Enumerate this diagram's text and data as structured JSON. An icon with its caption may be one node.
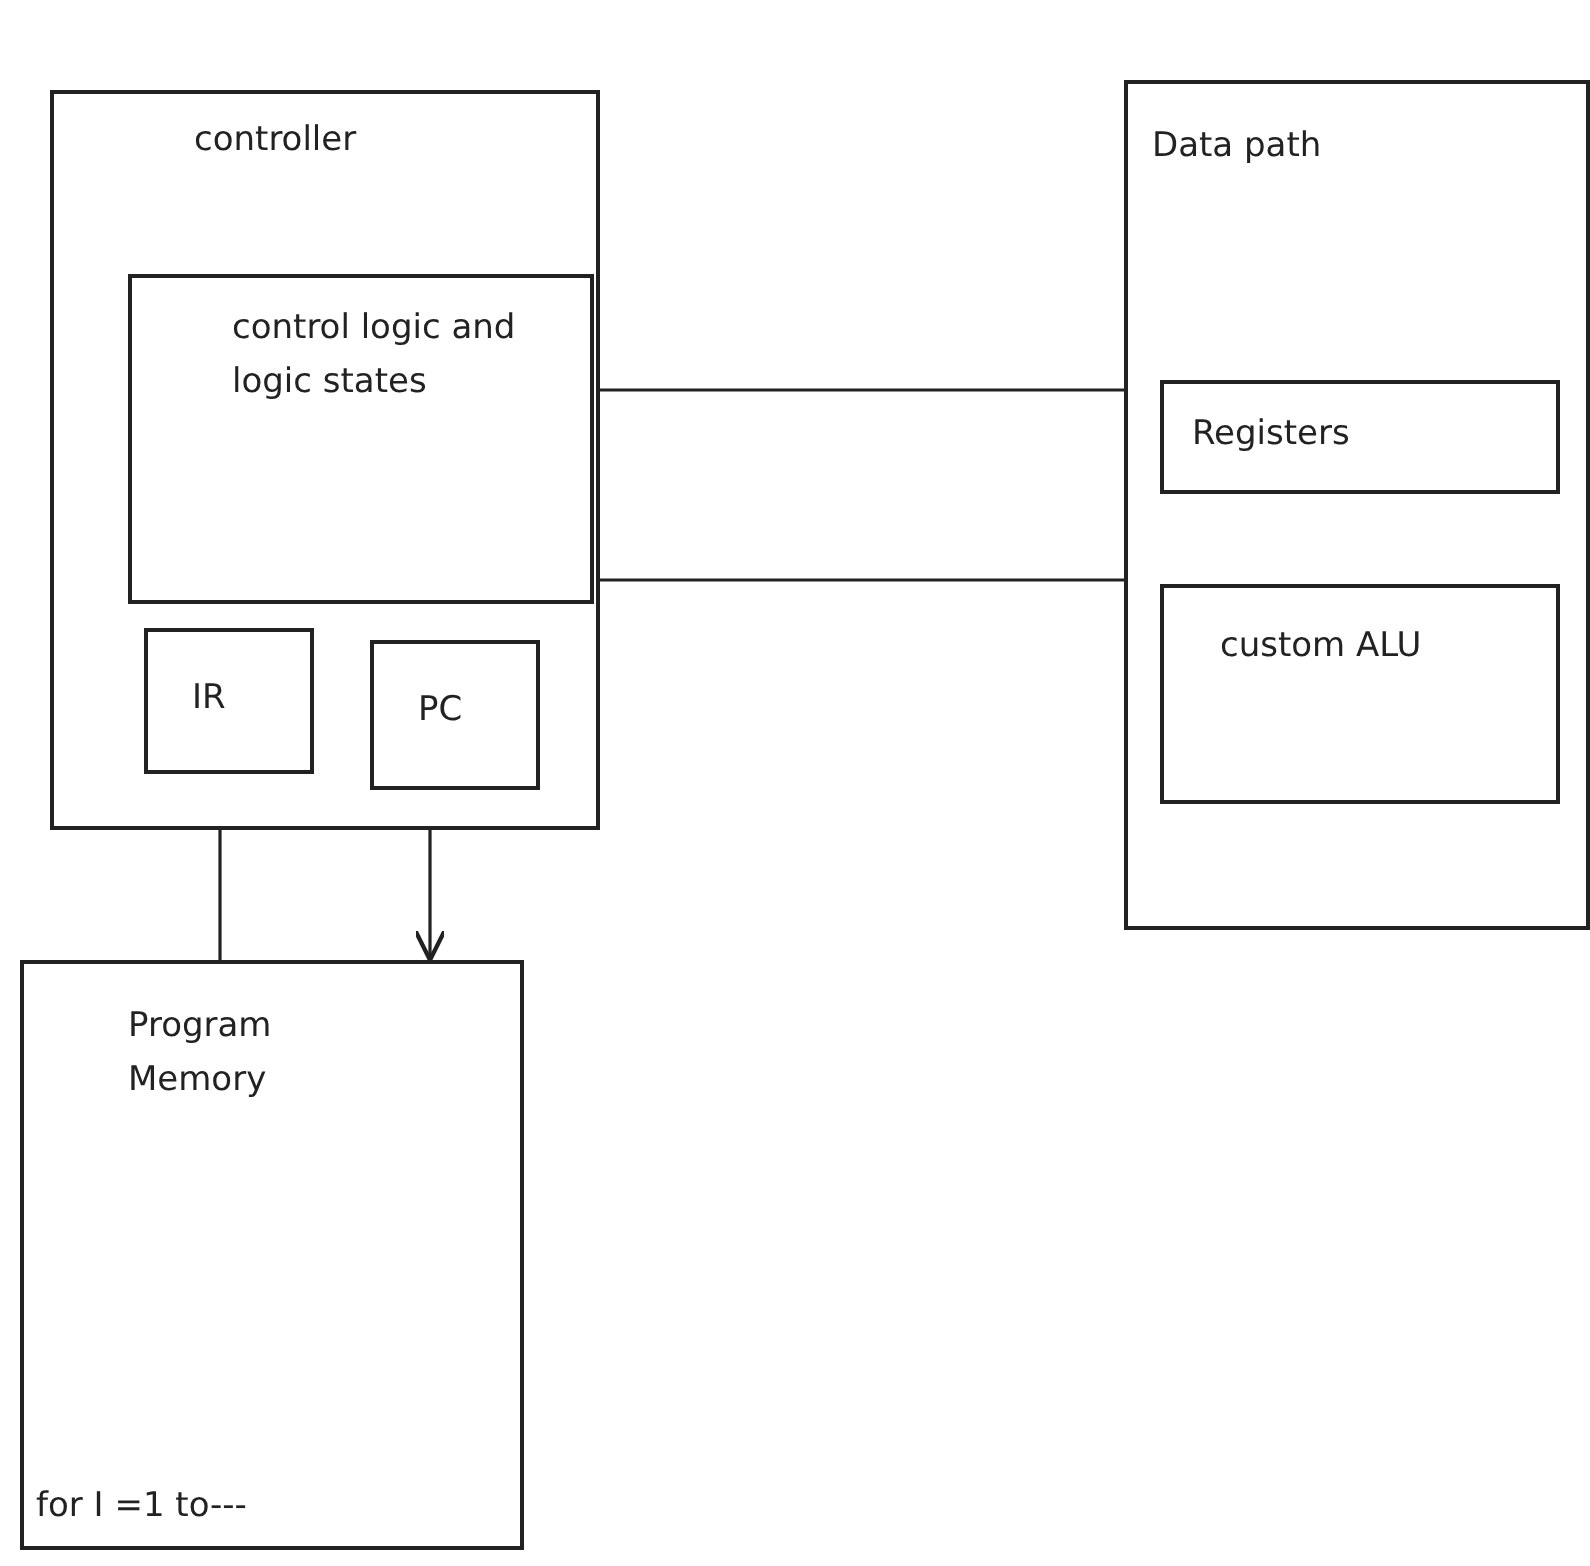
{
  "diagram": {
    "nodes": [
      {
        "text": [
          "controller"
        ]
      },
      {
        "text": [
          "control logic and logic states"
        ],
        "in": 0
      },
      {
        "text": [
          "IR"
        ],
        "in": 0
      },
      {
        "text": [
          "PC"
        ],
        "in": 0
      },
      {
        "text": [
          "Data path"
        ]
      },
      {
        "text": [
          "Registers"
        ],
        "in": 4
      },
      {
        "text": [
          "custom ALU"
        ],
        "in": 4
      },
      {
        "text": [
          "Program Memory",
          "for I =1 to---"
        ]
      }
    ],
    "edges": [
      {
        "from": 1,
        "to": 5,
        "arrow": "none"
      },
      {
        "from": 1,
        "to": 6,
        "arrow": "none"
      },
      {
        "from": 0,
        "to": 7,
        "arrow": "none"
      },
      {
        "from": 0,
        "to": 7,
        "arrow": "to"
      }
    ]
  }
}
